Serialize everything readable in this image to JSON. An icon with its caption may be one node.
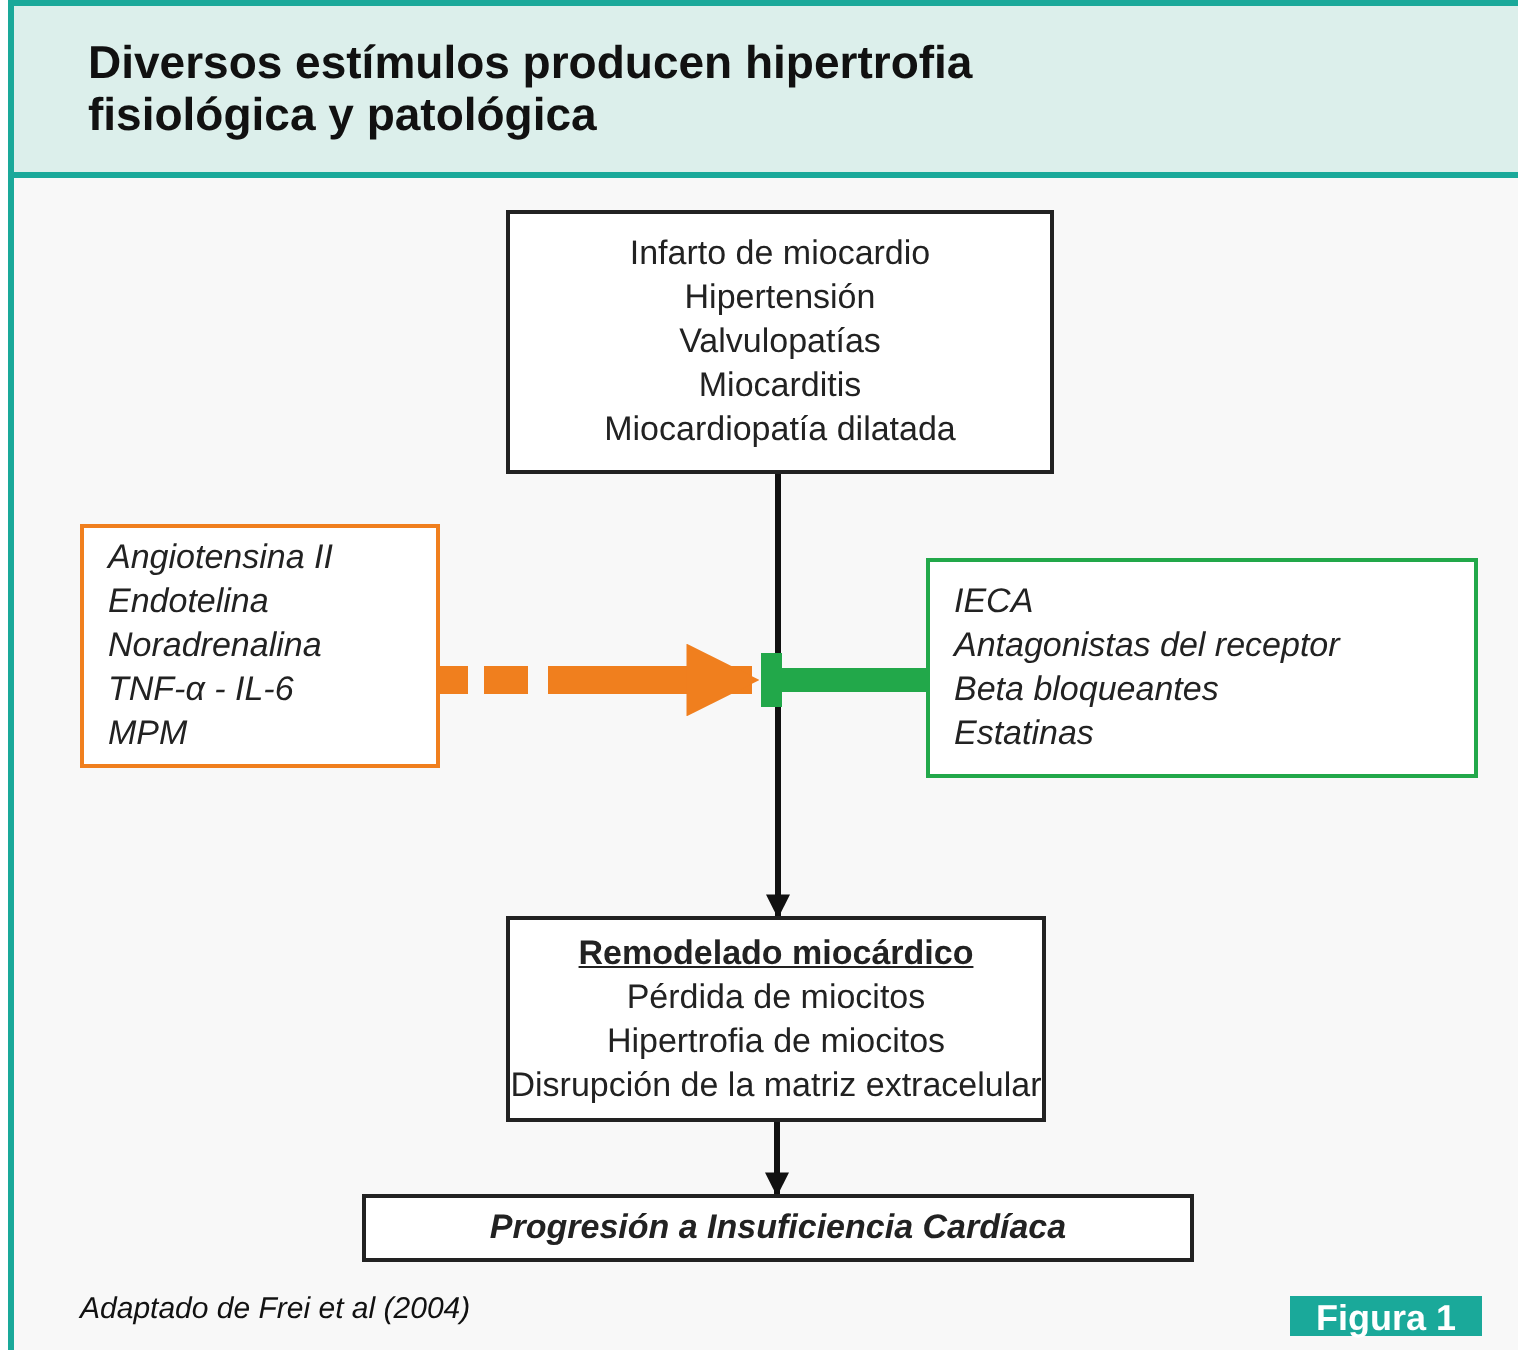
{
  "diagram": {
    "title": "Diversos estímulos producen hipertrofia fisiológica y patológica",
    "nodes": [
      {
        "text": [
          "Infarto de miocardio",
          "Hipertensión",
          "Valvulopatías",
          "Miocarditis",
          "Miocardiopatía dilatada"
        ]
      },
      {
        "text": [
          "Angiotensina II",
          "Endotelina",
          "Noradrenalina",
          "TNF-α - IL-6",
          "MPM"
        ]
      },
      {
        "text": [
          "IECA",
          "Antagonistas del receptor",
          "Beta bloqueantes",
          "Estatinas"
        ]
      },
      {
        "text": [
          "Remodelado miocárdico",
          "Pérdida de miocitos",
          "Hipertrofia de miocitos",
          "Disrupción de la matriz extracelular"
        ]
      },
      {
        "text": [
          "Progresión a Insuficiencia Cardíaca"
        ]
      }
    ],
    "edges": [
      {
        "from": 0,
        "to": 3,
        "arrow": "to"
      },
      {
        "from": 1,
        "to": null,
        "arrow": "to",
        "style": "dashed",
        "color": "#f07f1e"
      },
      {
        "from": 2,
        "to": null,
        "arrow": "other",
        "style": "thick",
        "color": "#22a84a"
      },
      {
        "from": 3,
        "to": 4,
        "arrow": "to"
      }
    ],
    "labels": [
      "Adaptado de Frei et al (2004)",
      "Figura 1"
    ]
  }
}
